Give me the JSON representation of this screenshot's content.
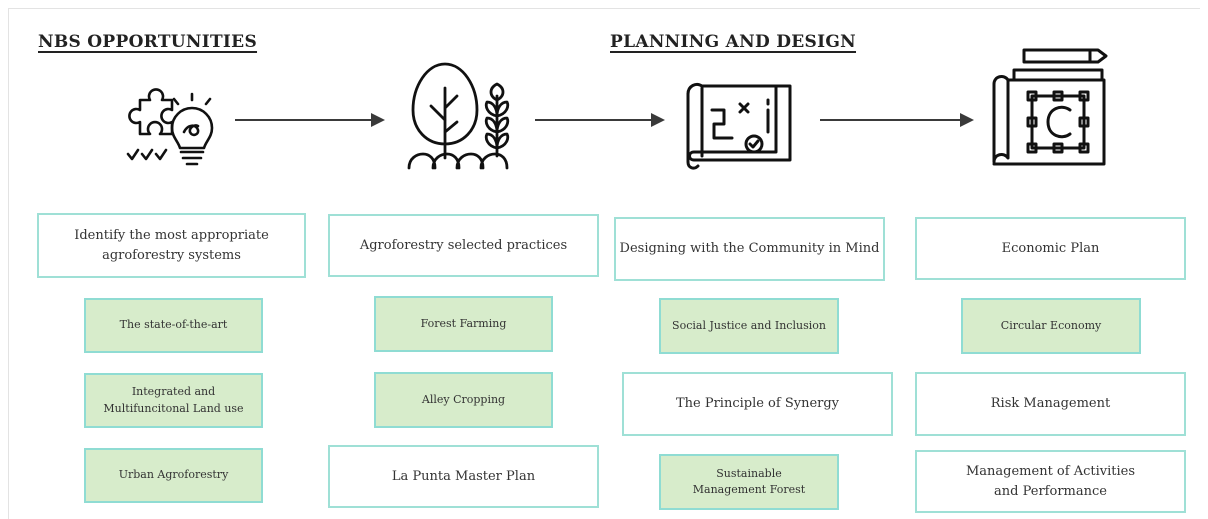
{
  "sections": {
    "nbs_title": "NBS OPPORTUNITIES",
    "planning_title": "PLANNING AND DESIGN"
  },
  "icons": [
    {
      "name": "puzzle-lightbulb-icon"
    },
    {
      "name": "tree-wheat-icon"
    },
    {
      "name": "map-blueprint-icon"
    },
    {
      "name": "design-plan-icon"
    }
  ],
  "columns": [
    {
      "header": "Identify the most appropriate\nagroforestry systems",
      "items": [
        {
          "label": "The state-of-the-art",
          "style": "green"
        },
        {
          "label": "Integrated and\nMultifuncitonal Land use",
          "style": "green"
        },
        {
          "label": "Urban Agroforestry",
          "style": "green"
        }
      ]
    },
    {
      "header": "Agroforestry selected practices",
      "items": [
        {
          "label": "Forest Farming",
          "style": "green"
        },
        {
          "label": "Alley Cropping",
          "style": "green"
        },
        {
          "label": "La Punta Master Plan",
          "style": "white"
        }
      ]
    },
    {
      "header": "Designing with the Community in Mind",
      "items": [
        {
          "label": "Social Justice and Inclusion",
          "style": "green"
        },
        {
          "label": "The Principle of Synergy",
          "style": "white"
        },
        {
          "label": "Sustainable\nManagement Forest",
          "style": "green"
        }
      ]
    },
    {
      "header": "Economic Plan",
      "items": [
        {
          "label": "Circular Economy",
          "style": "green"
        },
        {
          "label": "Risk Management",
          "style": "white"
        },
        {
          "label": "Management of Activities\nand Performance",
          "style": "white"
        }
      ]
    }
  ],
  "colors": {
    "box_border": "#9fe0d6",
    "green_fill": "#d7eccb",
    "arrow": "#3a3a3a",
    "icon_stroke": "#111111"
  }
}
